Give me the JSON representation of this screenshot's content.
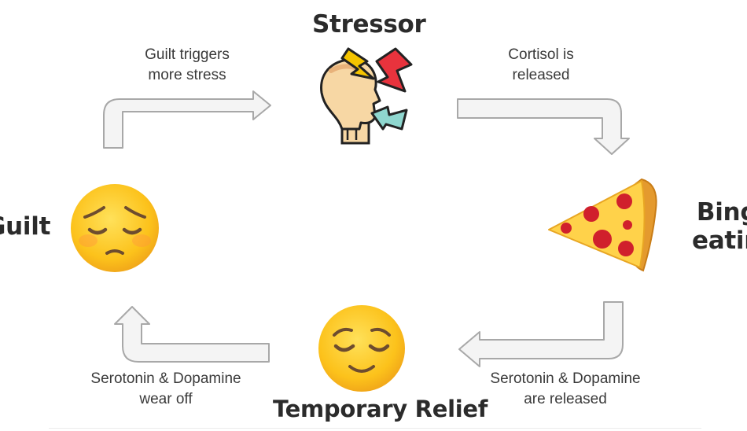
{
  "nodes": {
    "stressor": "Stressor",
    "binge_line1": "Binge",
    "binge_line2": "eating",
    "relief": "Temporary Relief",
    "guilt": "Guilt"
  },
  "steps": {
    "cortisol": [
      "Cortisol is",
      "released"
    ],
    "released": [
      "Serotonin & Dopamine",
      "are released"
    ],
    "wear_off": [
      "Serotonin & Dopamine",
      "wear off"
    ],
    "guilt_stress": [
      "Guilt triggers",
      "more stress"
    ]
  },
  "icons": {
    "stressor": "stressed-head-icon",
    "binge": "pizza-slice-icon",
    "relief": "relieved-face-icon",
    "guilt": "pensive-face-icon"
  },
  "colors": {
    "arrow_fill": "#f4f4f4",
    "arrow_stroke": "#a8a8a8",
    "emoji_yellow": "#fcc21b",
    "pizza_red": "#d0202c",
    "cheese": "#ffd24a",
    "lightning_yellow": "#f5c400",
    "lightning_red": "#e8333d",
    "lightning_teal": "#8fd7cf"
  }
}
